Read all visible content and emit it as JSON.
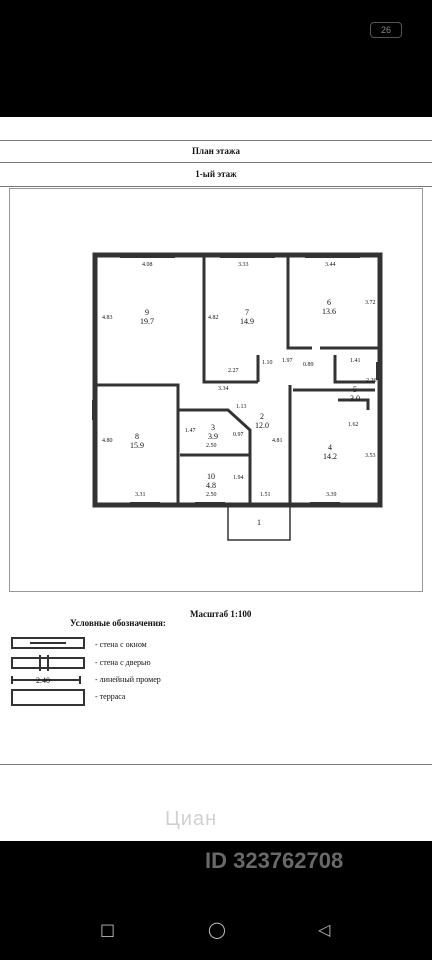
{
  "status": {
    "badge": "26"
  },
  "sheet": {
    "title": "План этажа",
    "floor": "1-ый этаж",
    "scale": "Масштаб 1:100"
  },
  "rooms": [
    {
      "num": "9",
      "area": "19.7"
    },
    {
      "num": "7",
      "area": "14.9"
    },
    {
      "num": "6",
      "area": "13.6"
    },
    {
      "num": "5",
      "area": "3.0"
    },
    {
      "num": "4",
      "area": "14.2"
    },
    {
      "num": "3",
      "area": "3.9"
    },
    {
      "num": "2",
      "area": "12.0"
    },
    {
      "num": "8",
      "area": "15.9"
    },
    {
      "num": "10",
      "area": "4.8"
    },
    {
      "num": "1",
      "area": ""
    }
  ],
  "dimensions": [
    "4.08",
    "3.33",
    "3.44",
    "4.83",
    "4.82",
    "3.72",
    "2.27",
    "1.10",
    "1.97",
    "0.89",
    "1.41",
    "2.26",
    "3.34",
    "1.13",
    "1.47",
    "0.97",
    "2.50",
    "4.80",
    "1.94",
    "4.81",
    "1.62",
    "3.53",
    "3.31",
    "2.50",
    "1.51",
    "3.39"
  ],
  "legend": {
    "title": "Условные обозначения:",
    "items": [
      "стена с окном",
      "стена с дверью",
      "линейный промер",
      "терраса"
    ],
    "sample_measure": "2.40"
  },
  "watermark": {
    "brand": "Циан",
    "id": "ID 323762708"
  },
  "navbar": {
    "recents": "□",
    "home": "◯",
    "back": "◁"
  }
}
